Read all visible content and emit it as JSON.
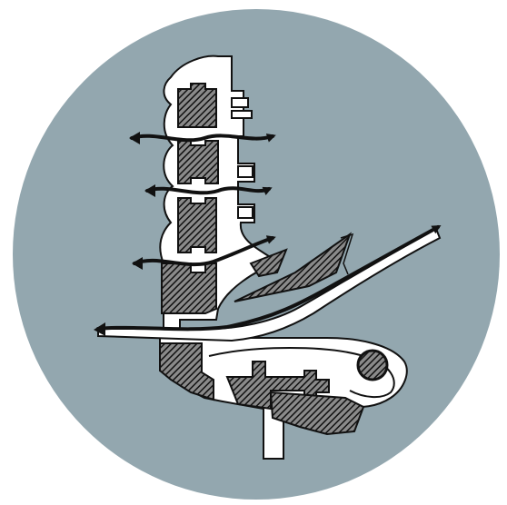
{
  "diagram": {
    "kind": "architectural-site-sketch",
    "colors": {
      "page_background": "#ffffff",
      "disc": "#93a7af",
      "building_fill": "#ffffff",
      "hatch": "#1a1a1a",
      "ink": "#111111"
    },
    "elements": {
      "circulation_arrows": 4,
      "hatched_blocks": 9,
      "built_wings": 2,
      "circular_feature": 1
    }
  }
}
